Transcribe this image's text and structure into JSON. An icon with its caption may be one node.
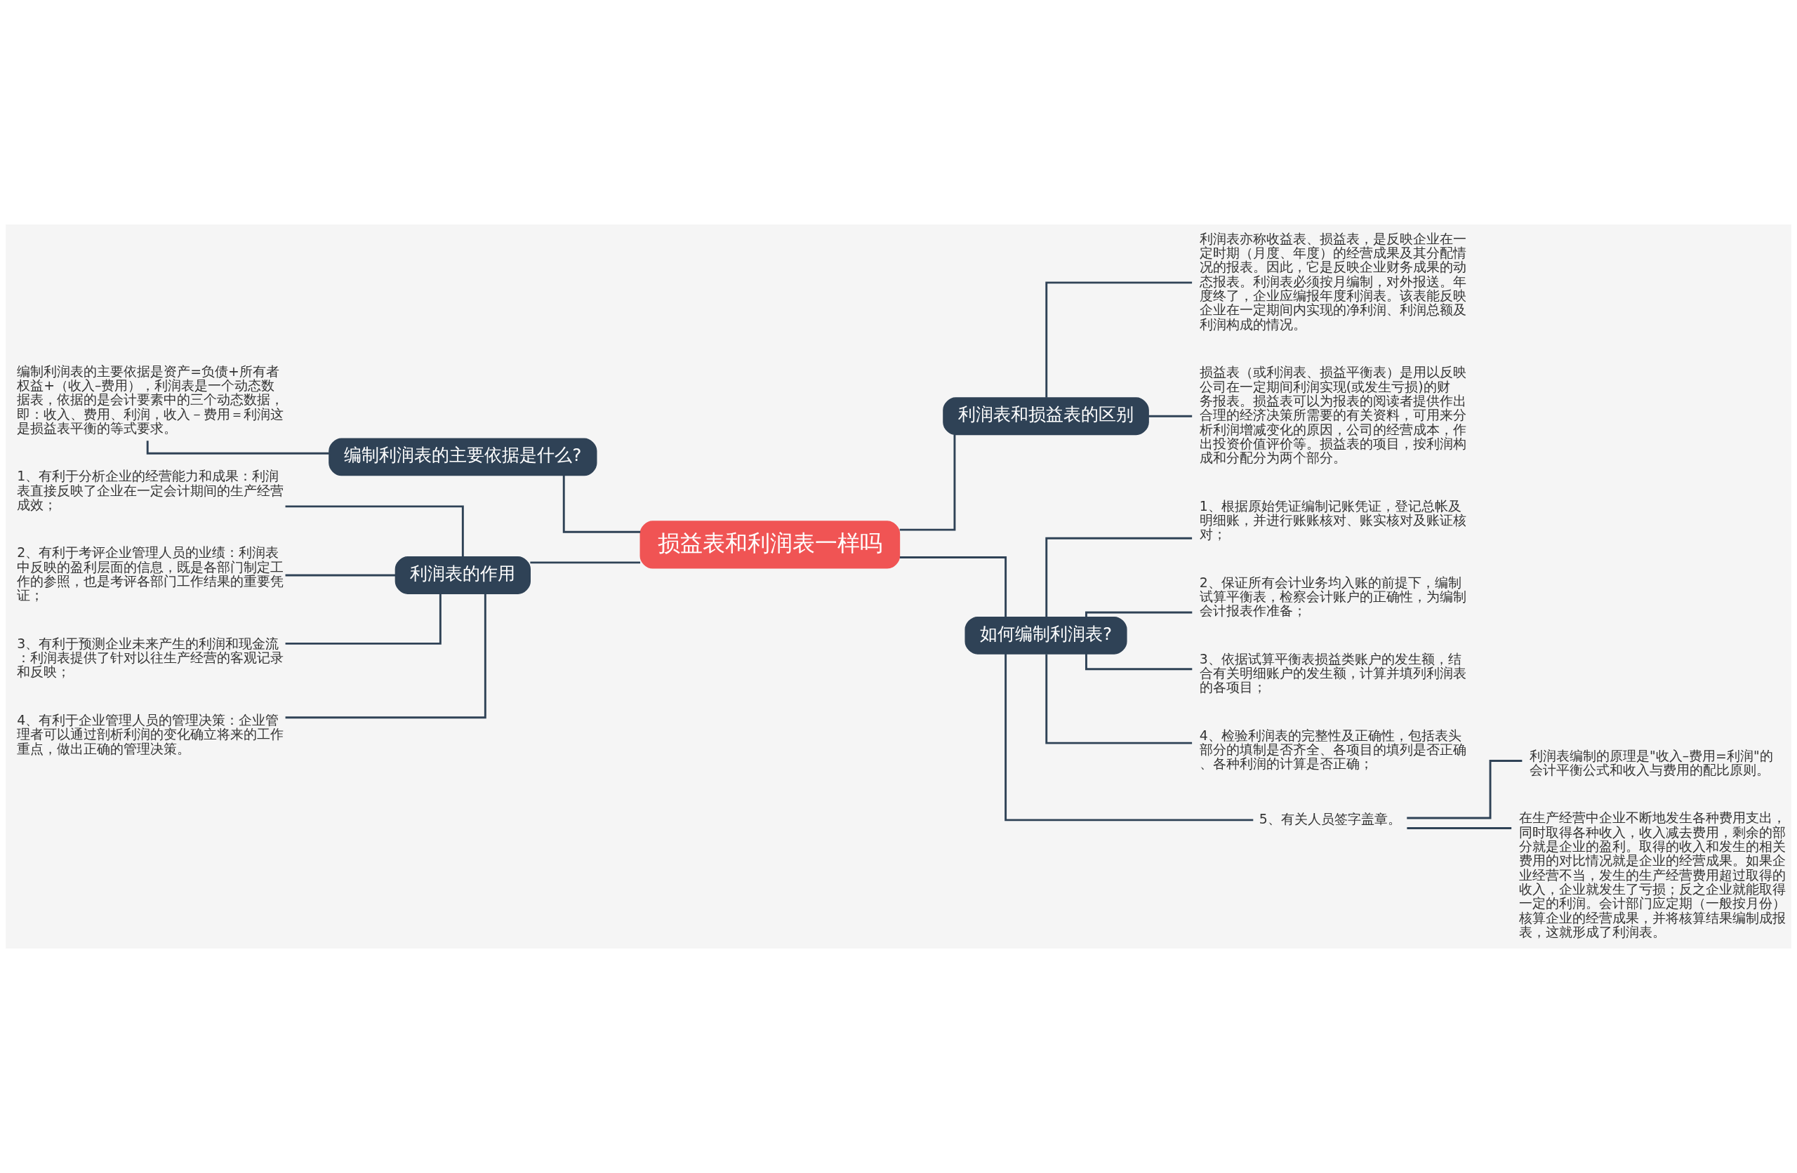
{
  "diagram": {
    "nodes": [
      {
        "text": [
          "损益表和利润表一样吗"
        ]
      },
      {
        "text": [
          "利润表和损益表的区别"
        ]
      },
      {
        "text": [
          "利润表亦称收益表、损益表，是反映企业在一定时期（月度、年度）的经营成果及其分配情况的报表。因此，它是反映企业财务成果的动态报表。利润表必须按月编制，对外报送。年度终了，企业应编报年度利润表。该表能反映企业在一定期间内实现的净利润、利润总额及利润构成的情况。"
        ]
      },
      {
        "text": [
          "损益表（或利润表、损益平衡表）是用以反映公司在一定期间利润实现(或发生亏损)的财务报表。损益表可以为报表的阅读者提供作出合理的经济决策所需要的有关资料，可用来分析利润增减变化的原因，公司的经营成本，作出投资价值评价等。损益表的项目，按利润构成和分配分为两个部分。"
        ]
      },
      {
        "text": [
          "如何编制利润表?"
        ]
      },
      {
        "text": [
          "1、根据原始凭证编制记账凭证，登记总帐及明细账，并进行账账核对、账实核对及账证核对；"
        ]
      },
      {
        "text": [
          "2、保证所有会计业务均入账的前提下，编制试算平衡表，检察会计账户的正确性，为编制会计报表作准备；"
        ]
      },
      {
        "text": [
          "3、依据试算平衡表损益类账户的发生额，结合有关明细账户的发生额，计算并填列利润表的各项目；"
        ]
      },
      {
        "text": [
          "4、检验利润表的完整性及正确性，包括表头部分的填制是否齐全、各项目的填列是否正确、各种利润的计算是否正确；"
        ]
      },
      {
        "text": [
          "5、有关人员签字盖章。"
        ]
      },
      {
        "text": [
          "利润表编制的原理是\"收入–费用=利润\"的会计平衡公式和收入与费用的配比原则。"
        ]
      },
      {
        "text": [
          "在生产经营中企业不断地发生各种费用支出，同时取得各种收入，收入减去费用，剩余的部分就是企业的盈利。取得的收入和发生的相关费用的对比情况就是企业的经营成果。如果企业经营不当，发生的生产经营费用超过取得的收入，企业就发生了亏损；反之企业就能取得一定的利润。会计部门应定期（一般按月份）核算企业的经营成果，并将核算结果编制成报表，这就形成了利润表。"
        ]
      },
      {
        "text": [
          "编制利润表的主要依据是什么?"
        ]
      },
      {
        "text": [
          "编制利润表的主要依据是资产=负债+所有者权益+（收入–费用），利润表是一个动态数据表，依据的是会计要素中的三个动态数据，即：收入、费用、利润，收入－费用＝利润这是损益表平衡的等式要求。"
        ]
      },
      {
        "text": [
          "利润表的作用"
        ]
      },
      {
        "text": [
          "1、有利于分析企业的经营能力和成果：利润表直接反映了企业在一定会计期间的生产经营成效；"
        ]
      },
      {
        "text": [
          "2、有利于考评企业管理人员的业绩：利润表中反映的盈利层面的信息，既是各部门制定工作的参照，也是考评各部门工作结果的重要凭证；"
        ]
      },
      {
        "text": [
          "3、有利于预测企业未来产生的利润和现金流：利润表提供了针对以往生产经营的客观记录和反映；"
        ]
      },
      {
        "text": [
          "4、有利于企业管理人员的管理决策：企业管理者可以通过剖析利润的变化确立将来的工作重点，做出正确的管理决策。"
        ]
      }
    ],
    "edges": [
      {
        "from": 0,
        "to": 1,
        "arrow": "none"
      },
      {
        "from": 1,
        "to": 2,
        "arrow": "none"
      },
      {
        "from": 1,
        "to": 3,
        "arrow": "none"
      },
      {
        "from": 0,
        "to": 4,
        "arrow": "none"
      },
      {
        "from": 4,
        "to": 5,
        "arrow": "none"
      },
      {
        "from": 4,
        "to": 6,
        "arrow": "none"
      },
      {
        "from": 4,
        "to": 7,
        "arrow": "none"
      },
      {
        "from": 4,
        "to": 8,
        "arrow": "none"
      },
      {
        "from": 4,
        "to": 9,
        "arrow": "none"
      },
      {
        "from": 9,
        "to": 10,
        "arrow": "none"
      },
      {
        "from": 9,
        "to": 11,
        "arrow": "none"
      },
      {
        "from": 0,
        "to": 12,
        "arrow": "none"
      },
      {
        "from": 12,
        "to": 13,
        "arrow": "none"
      },
      {
        "from": 0,
        "to": 14,
        "arrow": "none"
      },
      {
        "from": 14,
        "to": 15,
        "arrow": "none"
      },
      {
        "from": 14,
        "to": 16,
        "arrow": "none"
      },
      {
        "from": 14,
        "to": 17,
        "arrow": "none"
      },
      {
        "from": 14,
        "to": 18,
        "arrow": "none"
      }
    ]
  }
}
